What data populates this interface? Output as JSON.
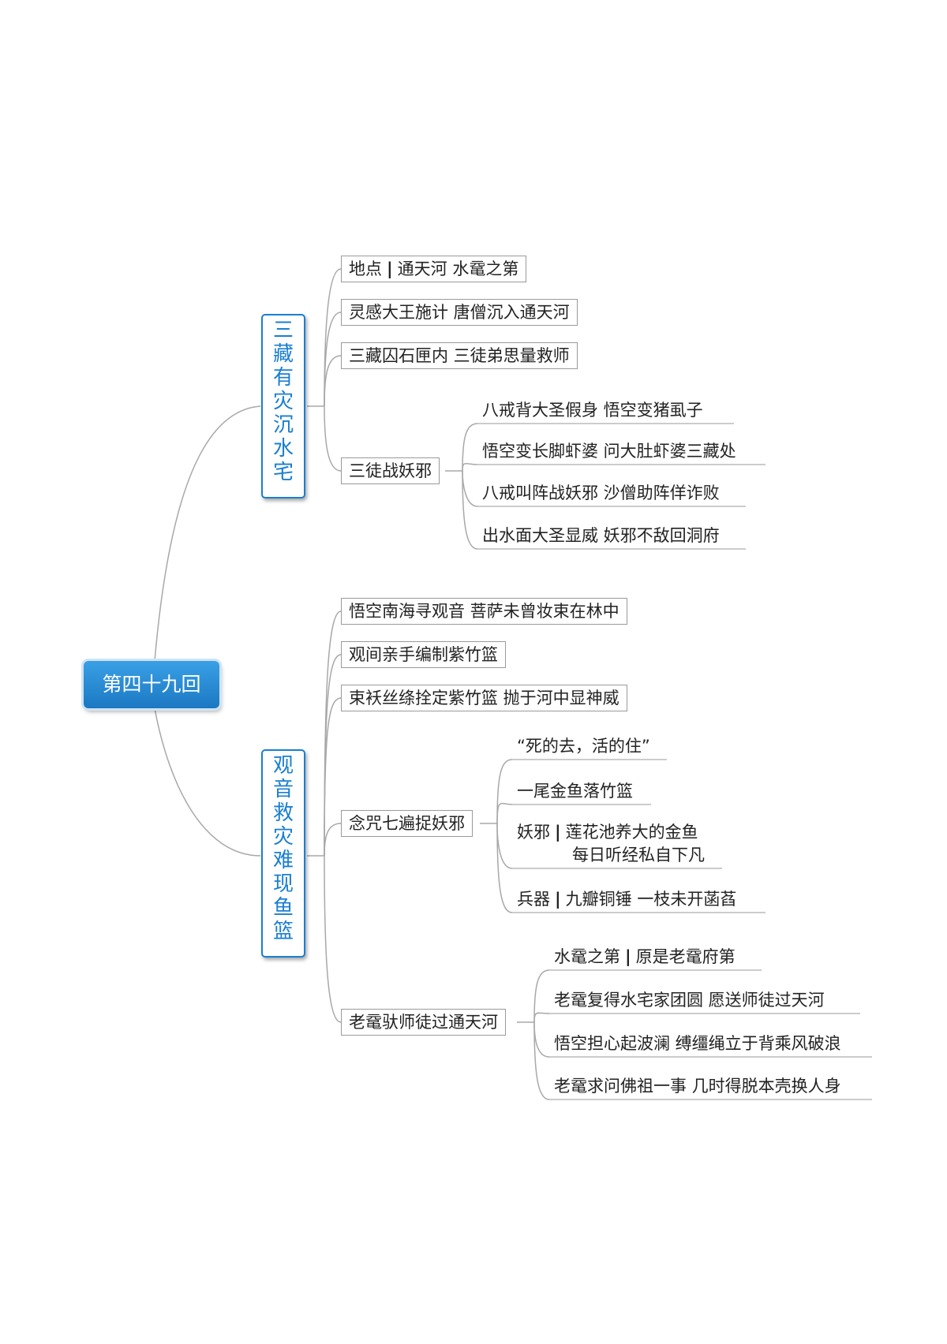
{
  "root": {
    "label": "第四十九回"
  },
  "branch1": {
    "label": "三藏有灾沉水宅",
    "items": {
      "place": {
        "key": "地点",
        "value": "通天河 水鼋之第"
      },
      "plot1": "灵感大王施计 唐僧沉入通天河",
      "plot2": "三藏囚石匣内 三徒弟思量救师",
      "battle": {
        "label": "三徒战妖邪",
        "children": [
          "八戒背大圣假身 悟空变猪虱子",
          "悟空变长脚虾婆 问大肚虾婆三藏处",
          "八戒叫阵战妖邪 沙僧助阵佯诈败",
          "出水面大圣显威 妖邪不敌回洞府"
        ]
      }
    }
  },
  "branch2": {
    "label": "观音救灾难现鱼篮",
    "items": {
      "plot1": "悟空南海寻观音 菩萨未曾妆束在林中",
      "plot2": "观间亲手编制紫竹篮",
      "plot3": "束袄丝绦拴定紫竹篮 抛于河中显神威",
      "chant": {
        "label": "念咒七遍捉妖邪",
        "quote": "“死的去，活的住”",
        "fish": "一尾金鱼落竹篮",
        "demon": {
          "key": "妖邪",
          "line1": "莲花池养大的金鱼",
          "line2": "每日听经私自下凡"
        },
        "weapon": {
          "key": "兵器",
          "value": "九瓣铜锤 一枝未开菡萏"
        }
      },
      "turtle": {
        "label": "老鼋驮师徒过通天河",
        "home": {
          "key": "水鼋之第",
          "value": "原是老鼋府第"
        },
        "children": [
          "老鼋复得水宅家团圆 愿送师徒过天河",
          "悟空担心起波澜 缚缰绳立于背乘风破浪",
          "老鼋求问佛祖一事 几时得脱本壳换人身"
        ]
      }
    }
  },
  "separator": "|",
  "colors": {
    "branch": "#1a7fd0",
    "root_top": "#3aa0e6",
    "root_bottom": "#1b78c2",
    "connector": "#a8a8a8"
  }
}
